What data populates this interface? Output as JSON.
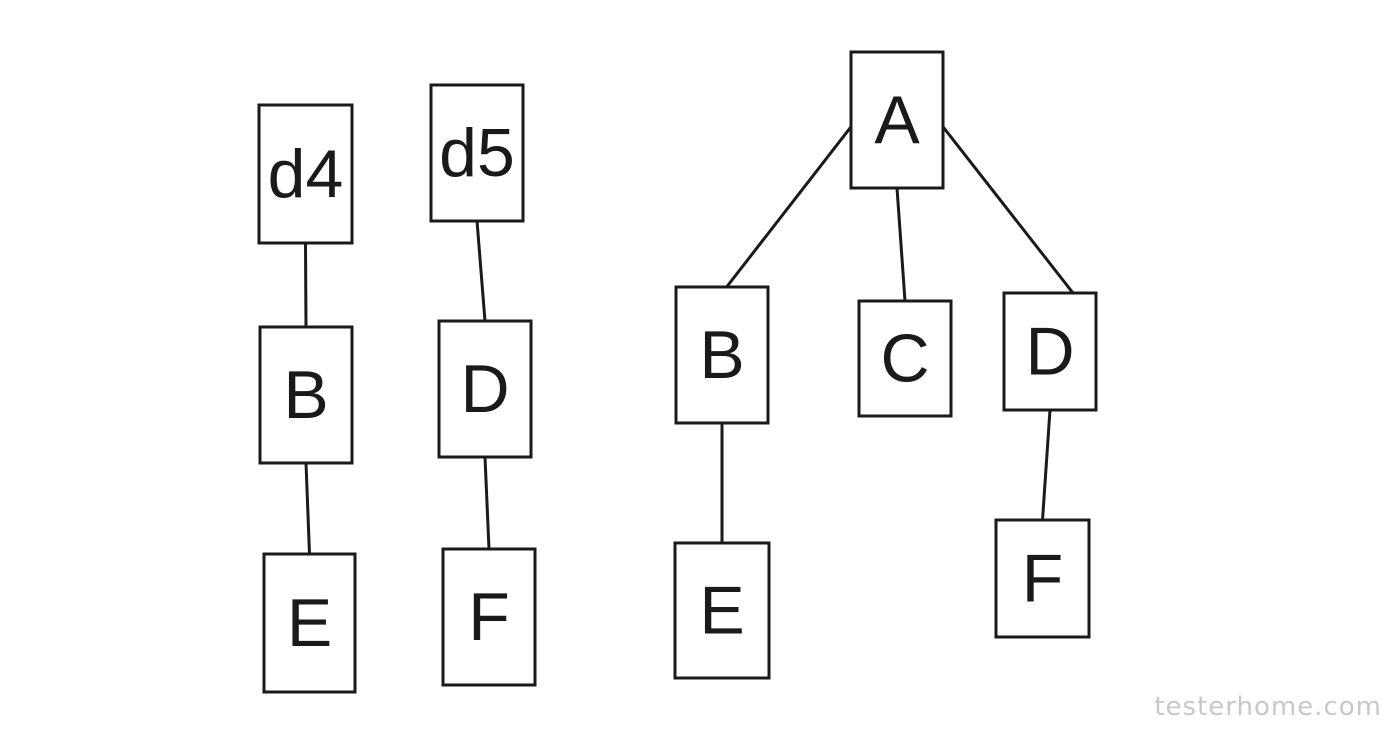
{
  "diagram": {
    "nodes": [
      {
        "id": "d4",
        "label": "d4"
      },
      {
        "id": "l_b",
        "label": "B"
      },
      {
        "id": "l_e",
        "label": "E"
      },
      {
        "id": "d5",
        "label": "d5"
      },
      {
        "id": "m_d",
        "label": "D"
      },
      {
        "id": "m_f",
        "label": "F"
      },
      {
        "id": "a",
        "label": "A"
      },
      {
        "id": "r_b",
        "label": "B"
      },
      {
        "id": "r_c",
        "label": "C"
      },
      {
        "id": "r_d",
        "label": "D"
      },
      {
        "id": "r_e",
        "label": "E"
      },
      {
        "id": "r_f",
        "label": "F"
      }
    ],
    "edges": [
      {
        "from": "d4",
        "to": "l_b"
      },
      {
        "from": "l_b",
        "to": "l_e"
      },
      {
        "from": "d5",
        "to": "m_d"
      },
      {
        "from": "m_d",
        "to": "m_f"
      },
      {
        "from": "a",
        "to": "r_b"
      },
      {
        "from": "a",
        "to": "r_c"
      },
      {
        "from": "a",
        "to": "r_d"
      },
      {
        "from": "r_b",
        "to": "r_e"
      },
      {
        "from": "r_d",
        "to": "r_f"
      }
    ]
  },
  "watermark": {
    "text": "testerhome.com"
  }
}
